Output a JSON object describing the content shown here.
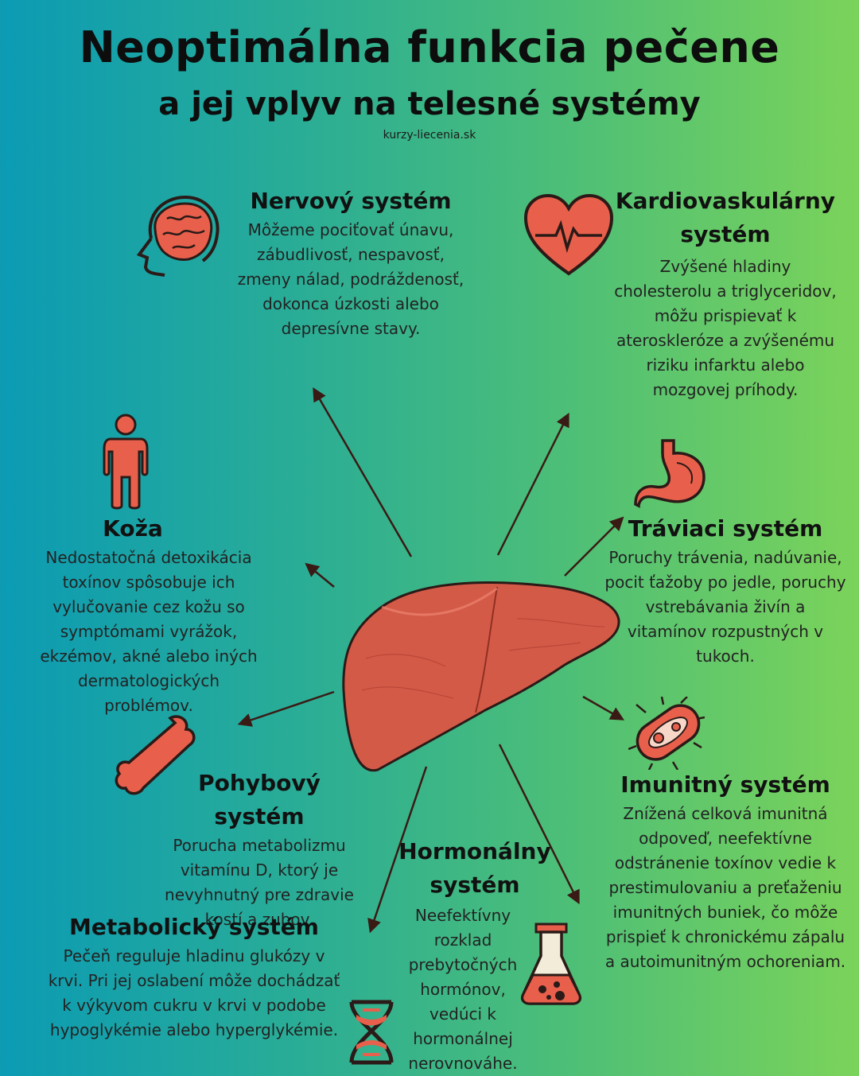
{
  "header": {
    "title": "Neoptimálna funkcia pečene",
    "subtitle": "a jej vplyv na telesné systémy",
    "source": "kurzy-liecenia.sk"
  },
  "sections": {
    "nervous": {
      "title": "Nervový systém",
      "text": "Môžeme pociťovať únavu, zábudlivosť, nespavosť, zmeny nálad, podráždenosť, dokonca úzkosti alebo depresívne stavy."
    },
    "cardio": {
      "title": "Kardiovaskulárny systém",
      "text": "Zvýšené hladiny cholesterolu a triglyceridov, môžu prispievať k ateroskleróze a zvýšenému riziku infarktu alebo mozgovej príhody."
    },
    "skin": {
      "title": "Koža",
      "text": "Nedostatočná detoxikácia toxínov spôsobuje ich vylučovanie cez kožu so symptómami vyrážok, ekzémov, akné alebo iných dermatologických problémov."
    },
    "digestive": {
      "title": "Tráviaci systém",
      "text": "Poruchy trávenia, nadúvanie, pocit ťažoby po jedle, poruchy vstrebávania živín a vitamínov rozpustných v tukoch."
    },
    "musculoskeletal": {
      "title": "Pohybový systém",
      "text": "Porucha metabolizmu vitamínu D, ktorý je nevyhnutný pre zdravie kostí a zubov."
    },
    "immune": {
      "title": "Imunitný systém",
      "text": "Znížená celková imunitná odpoveď, neefektívne odstránenie toxínov vedie k prestimulovaniu a preťaženiu imunitných buniek, čo môže prispieť k chronickému zápalu a autoimunitným ochoreniam."
    },
    "hormonal": {
      "title": "Hormonálny systém",
      "text": "Neefektívny rozklad prebytočných hormónov, vedúci k hormonálnej nerovnováhe."
    },
    "metabolic": {
      "title": "Metabolický systém",
      "text": "Pečeň reguluje hladinu glukózy v krvi.  Pri jej oslabení môže dochádzať k výkyvom cukru v krvi v podobe hypoglykémie alebo hyperglykémie."
    }
  },
  "icons": {
    "brain": "brain-head-icon",
    "heart": "heart-pulse-icon",
    "person": "person-icon",
    "stomach": "stomach-icon",
    "bone": "bone-icon",
    "bacteria": "bacteria-icon",
    "flask": "flask-icon",
    "dna": "dna-icon",
    "liver": "liver-illustration"
  },
  "colors": {
    "accent": "#e8604c",
    "outline": "#2b1a17",
    "liver": "#d45a48",
    "arrow": "#3a1a14"
  }
}
